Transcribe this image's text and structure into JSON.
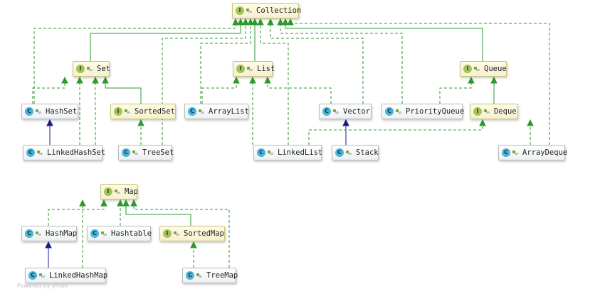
{
  "nodes": {
    "collection": {
      "label": "Collection",
      "kind": "interface"
    },
    "set": {
      "label": "Set",
      "kind": "interface"
    },
    "list": {
      "label": "List",
      "kind": "interface"
    },
    "queue": {
      "label": "Queue",
      "kind": "interface"
    },
    "hashset": {
      "label": "HashSet",
      "kind": "class"
    },
    "sortedset": {
      "label": "SortedSet",
      "kind": "interface"
    },
    "arraylist": {
      "label": "ArrayList",
      "kind": "class"
    },
    "vector": {
      "label": "Vector",
      "kind": "class"
    },
    "priorityqueue": {
      "label": "PriorityQueue",
      "kind": "class"
    },
    "deque": {
      "label": "Deque",
      "kind": "interface"
    },
    "linkedhashset": {
      "label": "LinkedHashSet",
      "kind": "class"
    },
    "treeset": {
      "label": "TreeSet",
      "kind": "class"
    },
    "linkedlist": {
      "label": "LinkedList",
      "kind": "class"
    },
    "stack": {
      "label": "Stack",
      "kind": "class"
    },
    "arraydeque": {
      "label": "ArrayDeque",
      "kind": "class"
    },
    "map": {
      "label": "Map",
      "kind": "interface"
    },
    "hashmap": {
      "label": "HashMap",
      "kind": "class"
    },
    "hashtable": {
      "label": "Hashtable",
      "kind": "class"
    },
    "sortedmap": {
      "label": "SortedMap",
      "kind": "interface"
    },
    "linkedhashmap": {
      "label": "LinkedHashMap",
      "kind": "class"
    },
    "treemap": {
      "label": "TreeMap",
      "kind": "class"
    }
  },
  "edges": [
    {
      "from": "hashset",
      "to": "collection",
      "type": "implements"
    },
    {
      "from": "set",
      "to": "collection",
      "type": "extends-interface"
    },
    {
      "from": "treeset",
      "to": "collection",
      "type": "implements"
    },
    {
      "from": "arraylist",
      "to": "collection",
      "type": "implements"
    },
    {
      "from": "list",
      "to": "collection",
      "type": "extends-interface"
    },
    {
      "from": "linkedlist",
      "to": "collection",
      "type": "implements"
    },
    {
      "from": "vector",
      "to": "collection",
      "type": "implements"
    },
    {
      "from": "priorityqueue",
      "to": "collection",
      "type": "implements"
    },
    {
      "from": "queue",
      "to": "collection",
      "type": "extends-interface"
    },
    {
      "from": "arraydeque",
      "to": "collection",
      "type": "implements"
    },
    {
      "from": "hashset",
      "to": "set",
      "type": "implements"
    },
    {
      "from": "linkedhashset",
      "to": "set",
      "type": "implements"
    },
    {
      "from": "treeset",
      "to": "set",
      "type": "implements"
    },
    {
      "from": "sortedset",
      "to": "set",
      "type": "extends-interface"
    },
    {
      "from": "treeset",
      "to": "sortedset",
      "type": "implements"
    },
    {
      "from": "linkedhashset",
      "to": "hashset",
      "type": "extends-class"
    },
    {
      "from": "arraylist",
      "to": "list",
      "type": "implements"
    },
    {
      "from": "linkedlist",
      "to": "list",
      "type": "implements"
    },
    {
      "from": "vector",
      "to": "list",
      "type": "implements"
    },
    {
      "from": "stack",
      "to": "vector",
      "type": "extends-class"
    },
    {
      "from": "priorityqueue",
      "to": "queue",
      "type": "implements"
    },
    {
      "from": "deque",
      "to": "queue",
      "type": "extends-interface"
    },
    {
      "from": "linkedlist",
      "to": "deque",
      "type": "implements"
    },
    {
      "from": "arraydeque",
      "to": "deque",
      "type": "implements"
    },
    {
      "from": "hashmap",
      "to": "map",
      "type": "implements"
    },
    {
      "from": "linkedhashmap",
      "to": "map",
      "type": "implements"
    },
    {
      "from": "hashtable",
      "to": "map",
      "type": "implements"
    },
    {
      "from": "sortedmap",
      "to": "map",
      "type": "extends-interface"
    },
    {
      "from": "treemap",
      "to": "map",
      "type": "implements"
    },
    {
      "from": "linkedhashmap",
      "to": "hashmap",
      "type": "extends-class"
    },
    {
      "from": "treemap",
      "to": "sortedmap",
      "type": "implements"
    }
  ],
  "colors": {
    "implements": "#2e9a2e",
    "extends-interface": "#2e9a2e",
    "extends-class": "#1a1a8c"
  },
  "footer": {
    "credit": "Powered by yFiles"
  }
}
